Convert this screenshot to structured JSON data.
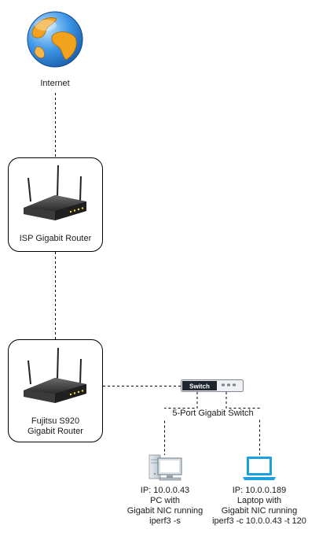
{
  "internet": {
    "label": "Internet"
  },
  "isp_router": {
    "label": "ISP Gigabit Router"
  },
  "fujitsu_router": {
    "label_line1": "Fujitsu S920",
    "label_line2": "Gigabit Router"
  },
  "switch": {
    "badge": "Switch",
    "label": "5-Port Gigabit Switch"
  },
  "pc": {
    "line1": "IP: 10.0.0.43",
    "line2": "PC with",
    "line3": "Gigabit NIC running",
    "line4": "iperf3 -s"
  },
  "laptop": {
    "line1": "IP: 10.0.0.189",
    "line2": "Laptop with",
    "line3": "Gigabit NIC running",
    "line4": "iperf3 -c 10.0.0.43 -t 120"
  },
  "colors": {
    "globe_blue": "#2f86d8",
    "globe_land": "#f2a21c",
    "laptop_cyan": "#1ba1e2",
    "router_dark": "#333333"
  },
  "icons": [
    "globe-icon",
    "router-icon",
    "switch-icon",
    "pc-icon",
    "laptop-icon"
  ]
}
